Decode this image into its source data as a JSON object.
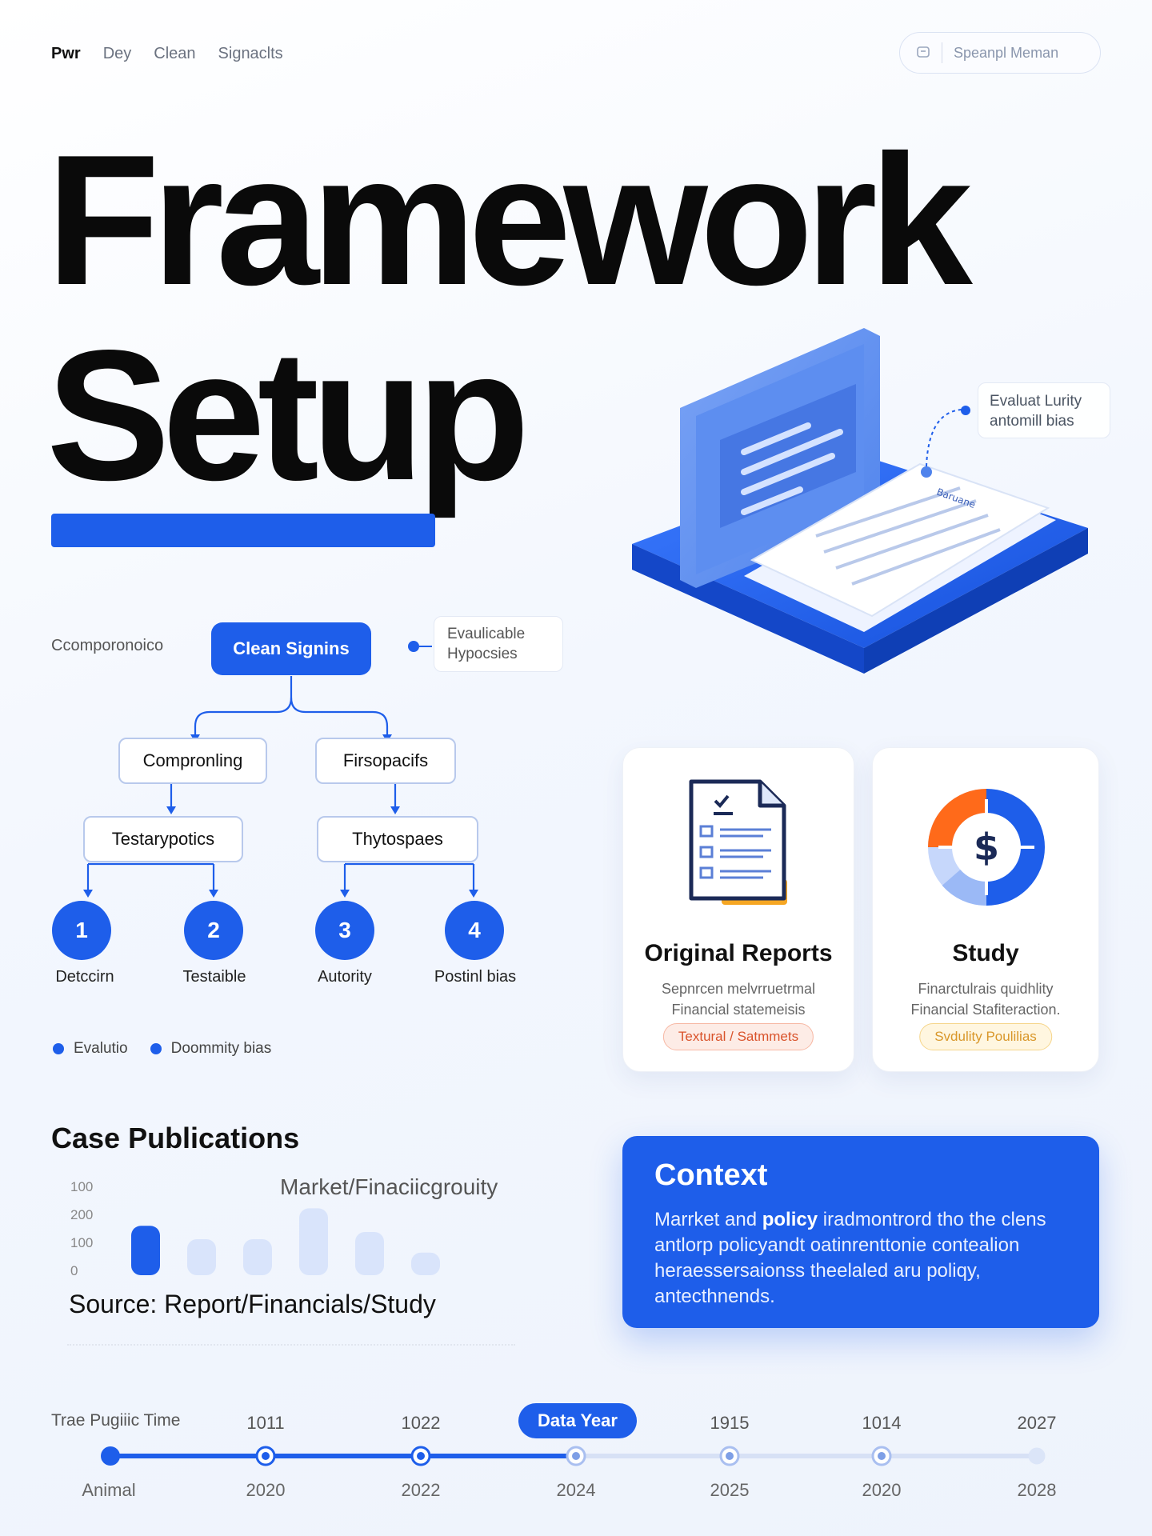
{
  "nav": {
    "items": [
      "Pwr",
      "Dey",
      "Clean",
      "Signaclts"
    ],
    "search_placeholder": "Speanpl Meman"
  },
  "hero": {
    "title_line1": "Framework",
    "title_line2": "Setup"
  },
  "illustration": {
    "doc_label": "Baruane",
    "callout": "Evaluat Lurity antomill bias"
  },
  "tree": {
    "label": "Ccomporonoico",
    "root": "Clean Signins",
    "hypothesis_note": "Evaulicable Hypocsies",
    "level1": [
      "Compronling",
      "Firsopacifs"
    ],
    "level2": [
      "Testarypotics",
      "Thytospaes"
    ],
    "steps": [
      {
        "number": "1",
        "label": "Detccirn"
      },
      {
        "number": "2",
        "label": "Testaible"
      },
      {
        "number": "3",
        "label": "Autority"
      },
      {
        "number": "4",
        "label": "Postinl bias"
      }
    ],
    "legend": [
      "Evalutio",
      "Doommity bias"
    ]
  },
  "cards": [
    {
      "title": "Original Reports",
      "desc_line1": "Sepnrcen melvrruetrmal",
      "desc_line2": "Financial statemeisis",
      "tag": "Textural / Satmmets",
      "icon": "report-document-icon"
    },
    {
      "title": "Study",
      "desc_line1": "Finarctulrais quidhlity",
      "desc_line2": "Financial Stafiteraction.",
      "tag": "Svdulity Poulilias",
      "icon": "dollar-donut-icon"
    }
  ],
  "case": {
    "title": "Case Publications",
    "subtitle": "Market/Finaciicgrouity",
    "source": "Source: Report/Financials/Study"
  },
  "chart_data": {
    "type": "bar",
    "yticks": [
      "100",
      "200",
      "100",
      "0"
    ],
    "values": [
      48,
      35,
      35,
      65,
      42,
      22
    ],
    "highlight_index": 0,
    "colors": {
      "highlight": "#1e5eea",
      "muted": "#d9e4fb"
    }
  },
  "context": {
    "title": "Context",
    "text_lead": "Marrket and",
    "text_bold": "policy",
    "text_rest": "iradmontrord tho the clens antlorp policyandt oatinrenttonie contealion heraessersaionss theelaled aru poliqy, antecthnends."
  },
  "timeline": {
    "label": "Trae Pugiiic Time",
    "top_labels": [
      "1011",
      "1022",
      "1915",
      "1014",
      "2027"
    ],
    "badge": "Data Year",
    "bottom_labels": [
      "Animal",
      "2020",
      "2022",
      "2024",
      "2025",
      "2020",
      "2028"
    ],
    "progress_fraction": 0.5
  },
  "colors": {
    "accent": "#1e5eea",
    "orange": "#ff6a1a",
    "gold": "#f5a623"
  }
}
